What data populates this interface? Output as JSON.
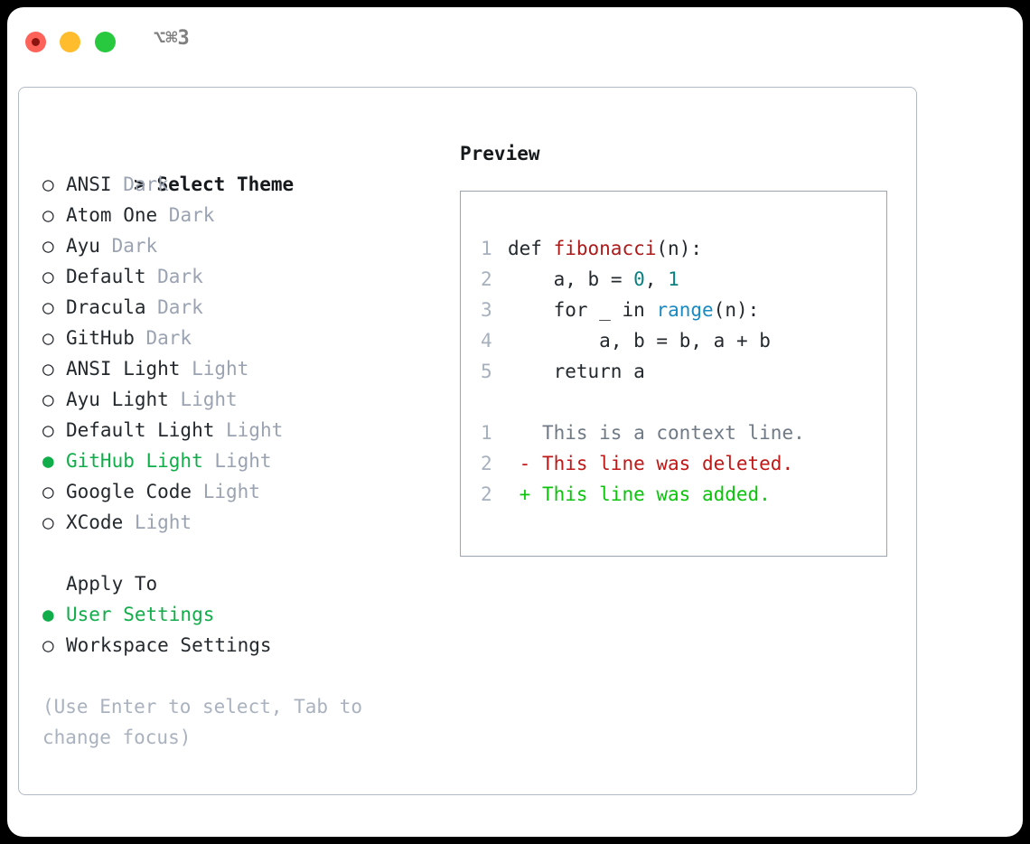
{
  "window": {
    "shortcut_label": "⌥⌘3",
    "traffic_lights": {
      "close": "close-dot",
      "minimize": "minimize-dot",
      "maximize": "maximize-dot"
    }
  },
  "theme_list": {
    "header": "> Select Theme",
    "items": [
      {
        "marker": "○",
        "name": "ANSI",
        "tag": "Dark",
        "selected": false
      },
      {
        "marker": "○",
        "name": "Atom One",
        "tag": "Dark",
        "selected": false
      },
      {
        "marker": "○",
        "name": "Ayu",
        "tag": "Dark",
        "selected": false
      },
      {
        "marker": "○",
        "name": "Default",
        "tag": "Dark",
        "selected": false
      },
      {
        "marker": "○",
        "name": "Dracula",
        "tag": "Dark",
        "selected": false
      },
      {
        "marker": "○",
        "name": "GitHub",
        "tag": "Dark",
        "selected": false
      },
      {
        "marker": "○",
        "name": "ANSI Light",
        "tag": "Light",
        "selected": false
      },
      {
        "marker": "○",
        "name": "Ayu Light",
        "tag": "Light",
        "selected": false
      },
      {
        "marker": "○",
        "name": "Default Light",
        "tag": "Light",
        "selected": false
      },
      {
        "marker": "●",
        "name": "GitHub Light",
        "tag": "Light",
        "selected": true
      },
      {
        "marker": "○",
        "name": "Google Code",
        "tag": "Light",
        "selected": false
      },
      {
        "marker": "○",
        "name": "XCode",
        "tag": "Light",
        "selected": false
      }
    ]
  },
  "apply_to": {
    "title": "Apply To",
    "options": [
      {
        "marker": "●",
        "name": "User Settings",
        "selected": true
      },
      {
        "marker": "○",
        "name": "Workspace Settings",
        "selected": false
      }
    ]
  },
  "hint": "(Use Enter to select, Tab to change focus)",
  "preview": {
    "title": "Preview",
    "code_lines": [
      {
        "no": "1",
        "text": "def fibonacci(n):"
      },
      {
        "no": "2",
        "text": "    a, b = 0, 1"
      },
      {
        "no": "3",
        "text": "    for _ in range(n):"
      },
      {
        "no": "4",
        "text": "        a, b = b, a + b"
      },
      {
        "no": "5",
        "text": "    return a"
      }
    ],
    "diff_lines": [
      {
        "no": "1",
        "sign": " ",
        "text": "This is a context line.",
        "kind": "context"
      },
      {
        "no": "2",
        "sign": "-",
        "text": "This line was deleted.",
        "kind": "deleted"
      },
      {
        "no": "2",
        "sign": "+",
        "text": "This line was added.",
        "kind": "added"
      }
    ]
  },
  "colors": {
    "selection_green": "#11ad4a",
    "tag_grey": "#9ba3b2",
    "hint_grey": "#aab2bf",
    "code_function_red": "#ad1a1a",
    "code_number_teal": "#0b8080",
    "code_builtin_blue": "#1a8ac4",
    "diff_deleted_red": "#c01717",
    "diff_added_green": "#0bc40b",
    "panel_border": "#b2bac6",
    "preview_border": "#9aa5b1"
  }
}
